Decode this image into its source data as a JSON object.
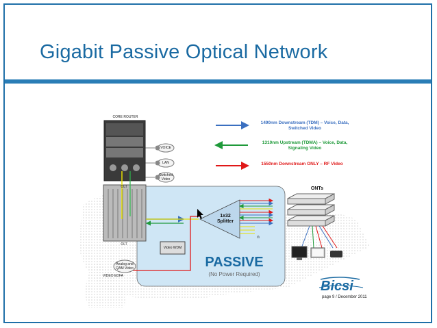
{
  "slide": {
    "title": "Gigabit Passive Optical Network",
    "accent_color": "#1a6aa2"
  },
  "legend": {
    "downstream_text": "1490nm Downstream (TDM) – Voice, Data, Switched Video",
    "downstream_color": "#3a6fc0",
    "upstream_text": "1310nm Upstream (TDMA) – Voice, Data, Signaling Video",
    "upstream_color": "#1f9a3a",
    "rf_text": "1550nm Downstream ONLY – RF Video",
    "rf_color": "#e01818"
  },
  "diagram": {
    "core_router_label": "CORE ROUTER",
    "voice_label": "VOICE",
    "lan_label": "LAN",
    "switched_video_label": "Switched Video",
    "olt_top_label": "OLT",
    "olt_bottom_label": "OLT",
    "video_wdm_label": "Video WDM",
    "analog_label": "Analog and QAM Video",
    "video_edfa_label": "VIDEO EDFA",
    "splitter_label": "1x32 Splitter",
    "n_label": "n",
    "onts_label": "ONTs",
    "passive_label": "PASSIVE",
    "no_power_label": "(No Power Required)"
  },
  "footer": {
    "logo_text": "Bicsi",
    "page_note": "page 9  /  December 2011"
  }
}
